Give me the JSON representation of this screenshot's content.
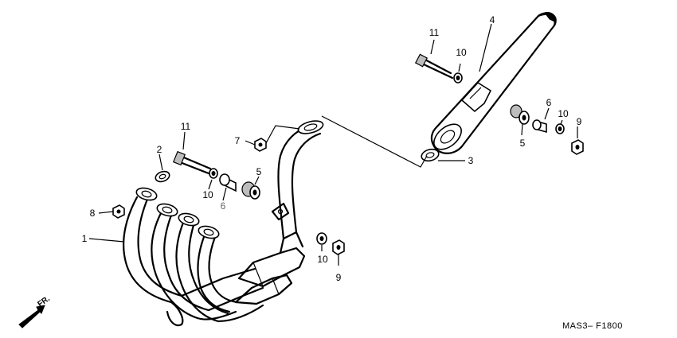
{
  "callouts": [
    {
      "id": "c1",
      "text": "1"
    },
    {
      "id": "c2",
      "text": "2"
    },
    {
      "id": "c3",
      "text": "3"
    },
    {
      "id": "c4",
      "text": "4"
    },
    {
      "id": "c5a",
      "text": "5"
    },
    {
      "id": "c5b",
      "text": "5"
    },
    {
      "id": "c6a",
      "text": "6"
    },
    {
      "id": "c6b",
      "text": "6"
    },
    {
      "id": "c7",
      "text": "7"
    },
    {
      "id": "c8",
      "text": "8"
    },
    {
      "id": "c9a",
      "text": "9"
    },
    {
      "id": "c9b",
      "text": "9"
    },
    {
      "id": "c10a",
      "text": "10"
    },
    {
      "id": "c10b",
      "text": "10"
    },
    {
      "id": "c10c",
      "text": "10"
    },
    {
      "id": "c10d",
      "text": "10"
    },
    {
      "id": "c11a",
      "text": "11"
    },
    {
      "id": "c11b",
      "text": "11"
    }
  ],
  "front_indicator": "FR.",
  "diagram_code": "MAS3– F1800"
}
